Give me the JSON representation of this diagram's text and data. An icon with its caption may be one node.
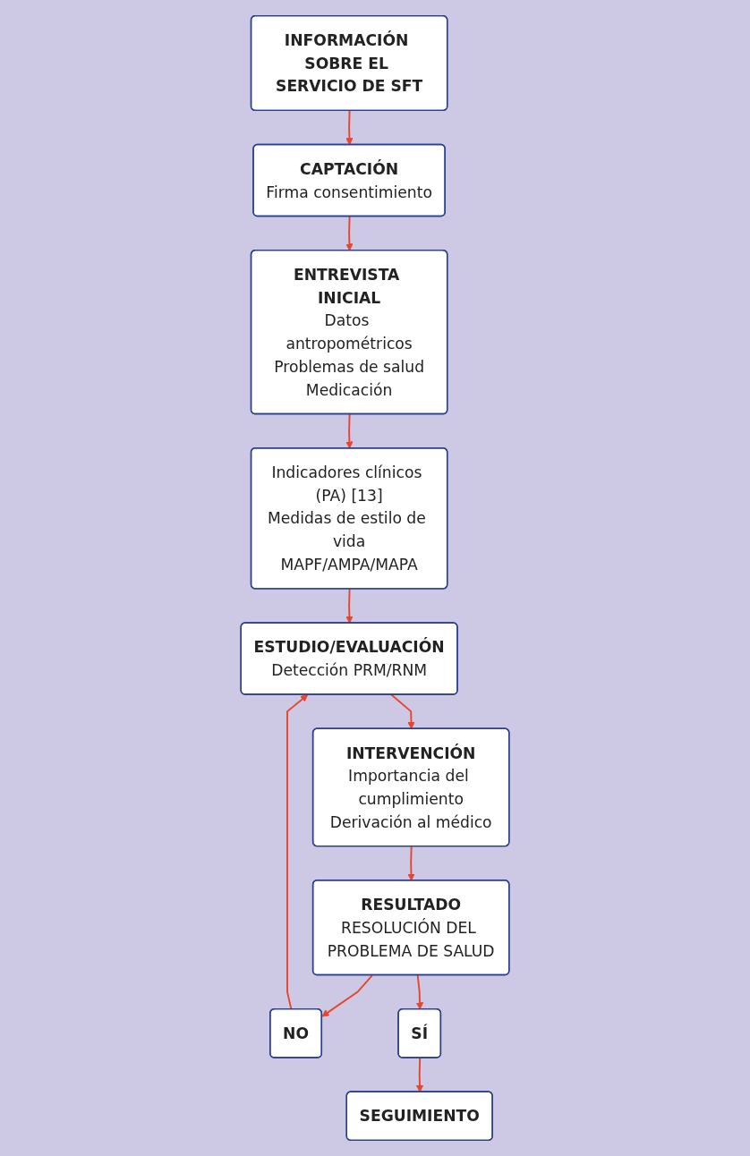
{
  "diagram": {
    "nodes": [
      {
        "text": [
          "INFORMACIÓN SOBRE EL SERVICIO DE SFT"
        ]
      },
      {
        "text": [
          "CAPTACIÓN",
          "Firma consentimiento"
        ]
      },
      {
        "text": [
          "ENTREVISTA INICIAL",
          "Datos antropométricos",
          "Problemas de salud",
          "Medicación"
        ]
      },
      {
        "text": [
          "Indicadores clínicos (PA) [13]",
          "Medidas de estilo de vida",
          "MAPF/AMPA/MAPA"
        ]
      },
      {
        "text": [
          "ESTUDIO/EVALUACIÓN",
          "Detección PRM/RNM"
        ]
      },
      {
        "text": [
          "INTERVENCIÓN",
          "Importancia del cumplimiento",
          "Derivación al médico"
        ]
      },
      {
        "text": [
          "RESULTADO",
          "RESOLUCIÓN DEL PROBLEMA DE SALUD"
        ]
      },
      {
        "text": [
          "NO"
        ]
      },
      {
        "text": [
          "SÍ"
        ]
      },
      {
        "text": [
          "SEGUIMIENTO"
        ]
      }
    ],
    "edges": [
      {
        "from": 0,
        "to": 1,
        "arrow": "to"
      },
      {
        "from": 1,
        "to": 2,
        "arrow": "to"
      },
      {
        "from": 2,
        "to": 3,
        "arrow": "to"
      },
      {
        "from": 3,
        "to": 4,
        "arrow": "to"
      },
      {
        "from": 4,
        "to": 5,
        "arrow": "to"
      },
      {
        "from": 5,
        "to": 6,
        "arrow": "to"
      },
      {
        "from": 6,
        "to": 7,
        "arrow": "to"
      },
      {
        "from": 7,
        "to": 4,
        "arrow": "to"
      },
      {
        "from": 6,
        "to": 8,
        "arrow": "to"
      },
      {
        "from": 8,
        "to": 9,
        "arrow": "to"
      }
    ]
  }
}
